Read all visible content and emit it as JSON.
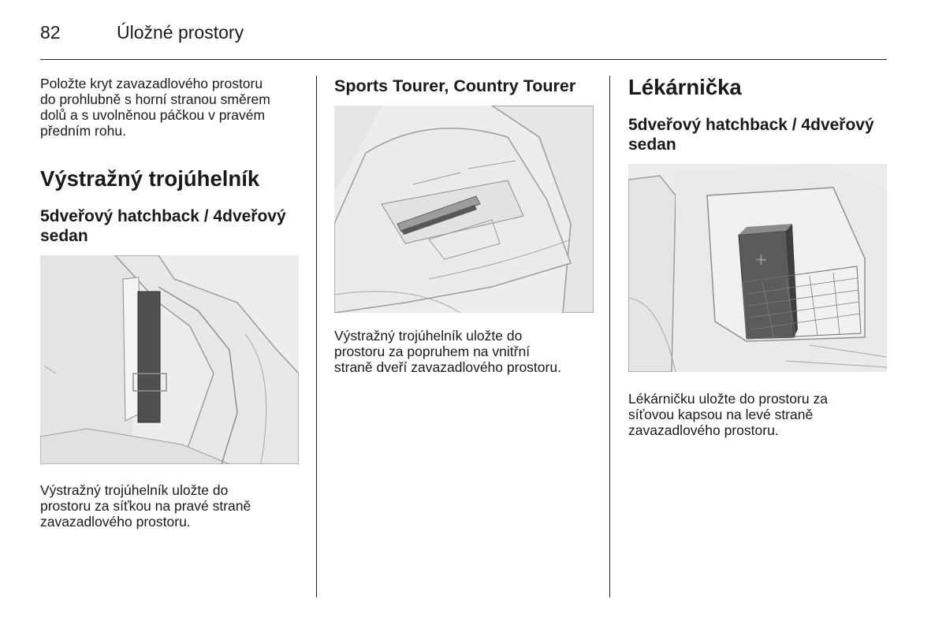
{
  "header": {
    "page_number": "82",
    "title": "Úložné prostory"
  },
  "col1": {
    "intro": [
      "Položte kryt zavazadlového prostoru",
      "do prohlubně s horní stranou směrem",
      "dolů a s uvolněnou páčkou v pravém",
      "předním rohu."
    ],
    "heading": "Výstražný trojúhelník",
    "subheading": [
      "5dveřový hatchback / 4dveřový",
      "sedan"
    ],
    "caption": [
      "Výstražný trojúhelník uložte do",
      "prostoru za síťkou na pravé straně",
      "zavazadlového prostoru."
    ]
  },
  "col2": {
    "subheading": "Sports Tourer, Country Tourer",
    "caption": [
      "Výstražný trojúhelník uložte do",
      "prostoru za popruhem na vnitřní",
      "straně dveří zavazadlového prostoru."
    ]
  },
  "col3": {
    "heading": "Lékárnička",
    "subheading": [
      "5dveřový hatchback / 4dveřový",
      "sedan"
    ],
    "caption": [
      "Lékárničku uložte do prostoru za",
      "síťovou kapsou na levé straně",
      "zavazadlového prostoru."
    ]
  },
  "colors": {
    "text": "#1a1a1a",
    "figure_bg": "#eceeef",
    "box_dark": "#4a4a4a"
  }
}
